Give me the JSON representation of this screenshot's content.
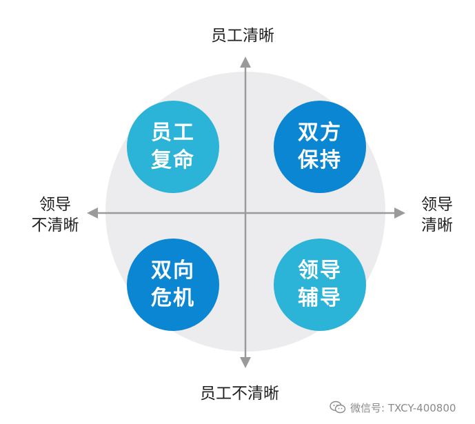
{
  "diagram": {
    "axes": {
      "top": "员工清晰",
      "bottom": "员工不清晰",
      "left": [
        "领导",
        "不清晰"
      ],
      "right": [
        "领导",
        "清晰"
      ]
    },
    "quadrants": {
      "top_left": [
        "员工",
        "复命"
      ],
      "top_right": [
        "双方",
        "保持"
      ],
      "bottom_left": [
        "双向",
        "危机"
      ],
      "bottom_right": [
        "领导",
        "辅导"
      ]
    },
    "colors": {
      "light_circle": "#2bb3d8",
      "dark_circle": "#0b86d3",
      "background_circle": "#ececee",
      "axis": "#9a9a9a",
      "text": "#1f1f1f",
      "watermark": "#8a8a8a"
    }
  },
  "watermark": {
    "icon": "wechat-icon",
    "text": "微信号: TXCY-400800"
  }
}
